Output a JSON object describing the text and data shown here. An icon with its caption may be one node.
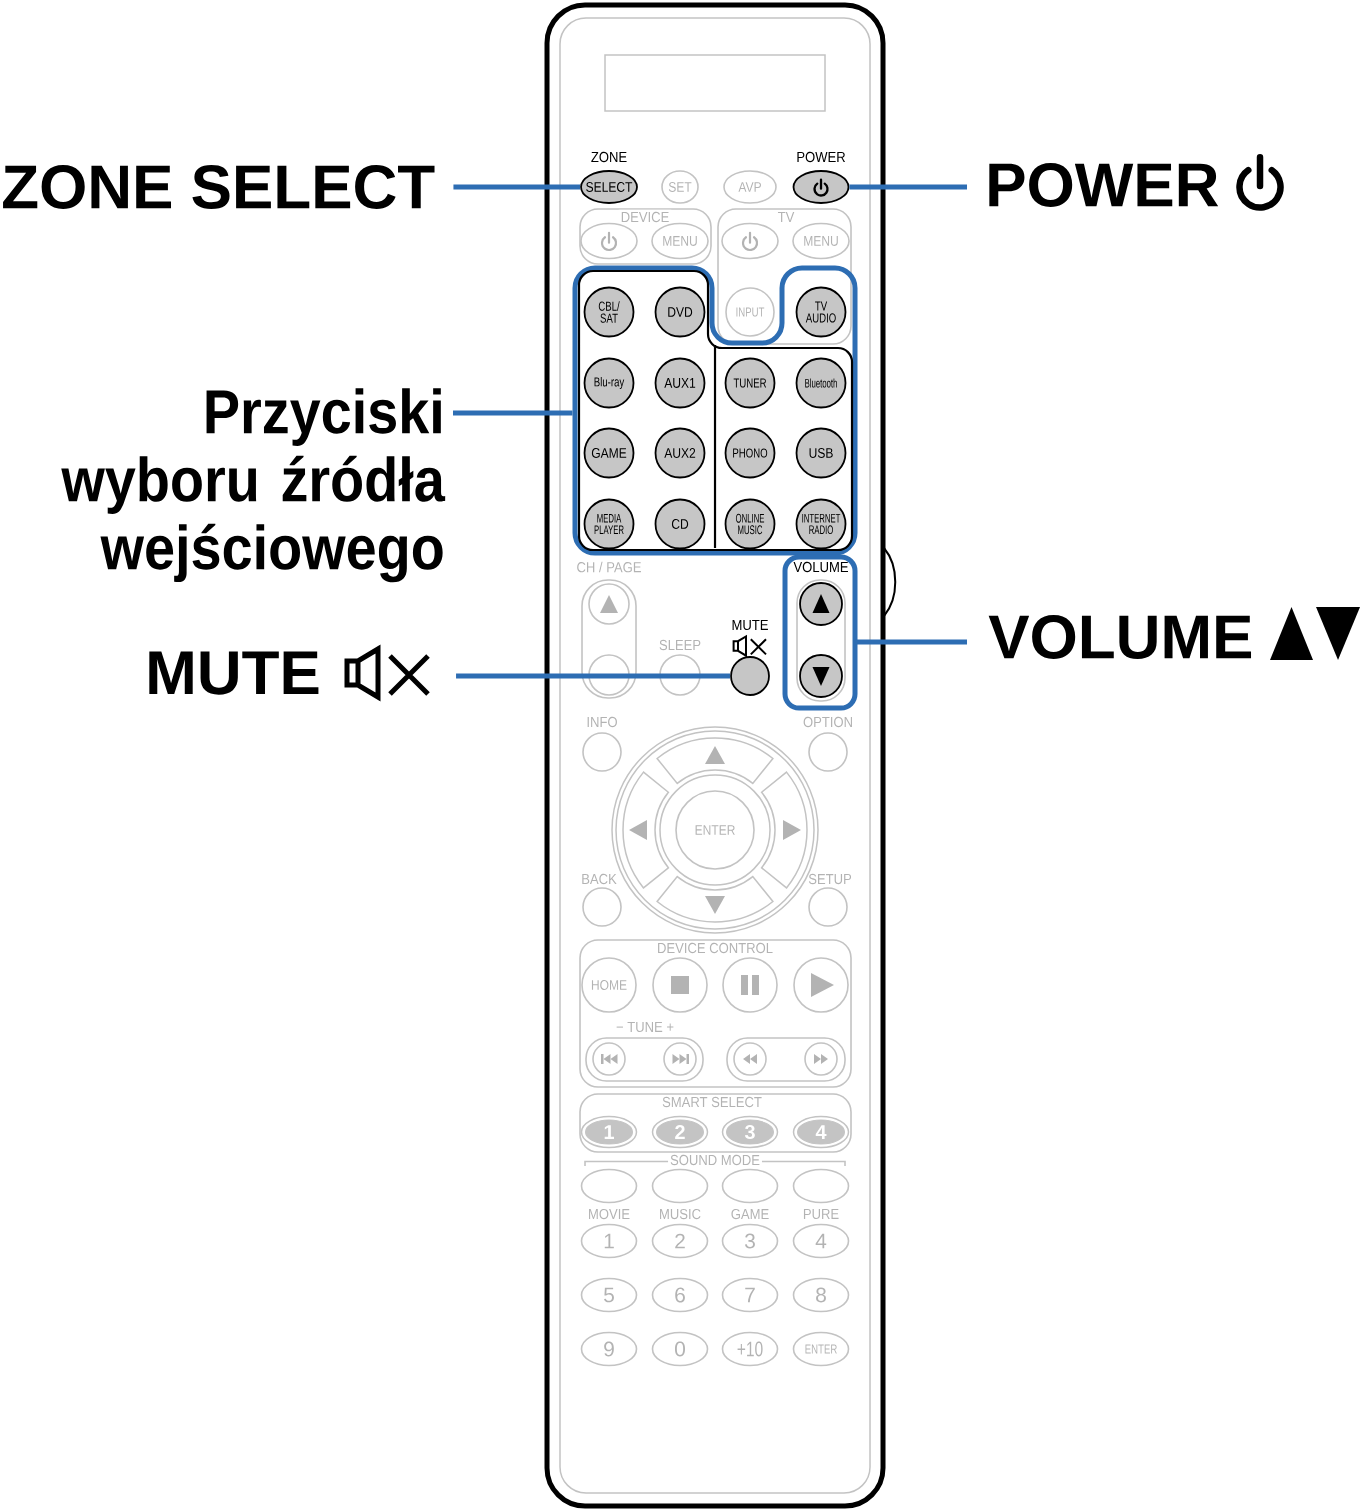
{
  "diagram": {
    "nodes": [
      {
        "text": [],
        "shape": "box"
      },
      {
        "text": [
          "SELECT"
        ],
        "beside": [
          "ZONE"
        ],
        "in": 0
      },
      {
        "text": [
          "SET"
        ],
        "in": 0
      },
      {
        "text": [
          "AVP"
        ],
        "in": 0
      },
      {
        "text": [],
        "shape": "ellipse",
        "beside": [
          "POWER"
        ],
        "in": 0
      },
      {
        "text": [
          "DEVICE"
        ],
        "in": 0
      },
      {
        "text": [],
        "shape": "ellipse",
        "in": 5
      },
      {
        "text": [
          "MENU"
        ],
        "in": 5
      },
      {
        "text": [
          "TV"
        ],
        "in": 0
      },
      {
        "text": [],
        "shape": "ellipse",
        "in": 8
      },
      {
        "text": [
          "MENU"
        ],
        "in": 8
      },
      {
        "text": [
          "INPUT"
        ],
        "in": 8
      },
      {
        "text": [
          "TV AUDIO"
        ]
      },
      {
        "text": [],
        "shape": "box",
        "in": 0
      },
      {
        "text": [],
        "shape": "box",
        "in": 13
      },
      {
        "text": [
          "CBL/ SAT"
        ],
        "in": 14
      },
      {
        "text": [
          "DVD"
        ],
        "in": 14
      },
      {
        "text": [
          "Blu-ray"
        ],
        "in": 14
      },
      {
        "text": [
          "AUX1"
        ],
        "in": 14
      },
      {
        "text": [
          "TUNER"
        ],
        "in": 14
      },
      {
        "text": [
          "Bluetooth"
        ],
        "in": 14
      },
      {
        "text": [
          "GAME"
        ],
        "in": 14
      },
      {
        "text": [
          "AUX2"
        ],
        "in": 14
      },
      {
        "text": [
          "PHONO"
        ],
        "in": 14
      },
      {
        "text": [
          "USB"
        ],
        "in": 14
      },
      {
        "text": [
          "MEDIA PLAYER"
        ],
        "in": 14
      },
      {
        "text": [
          "CD"
        ],
        "in": 14
      },
      {
        "text": [
          "ONLINE MUSIC"
        ],
        "in": 14
      },
      {
        "text": [
          "INTERNET RADIO"
        ],
        "in": 14
      },
      {
        "text": [],
        "shape": "box",
        "beside": [
          "CH / PAGE"
        ],
        "in": 0
      },
      {
        "text": [],
        "shape": "circle",
        "in": 29
      },
      {
        "text": [],
        "shape": "circle",
        "in": 29
      },
      {
        "text": [],
        "shape": "box",
        "in": 0
      },
      {
        "text": [],
        "shape": "box",
        "beside": [
          "VOLUME"
        ],
        "in": 32
      },
      {
        "text": [],
        "shape": "circle",
        "in": 33
      },
      {
        "text": [],
        "shape": "circle",
        "in": 33
      },
      {
        "text": [],
        "shape": "circle",
        "beside": [
          "SLEEP"
        ],
        "in": 0
      },
      {
        "text": [],
        "shape": "circle",
        "beside": [
          "MUTE"
        ],
        "in": 0
      },
      {
        "text": [],
        "shape": "circle",
        "beside": [
          "INFO"
        ],
        "in": 0
      },
      {
        "text": [],
        "shape": "circle",
        "beside": [
          "OPTION"
        ],
        "in": 0
      },
      {
        "text": [],
        "shape": "circle",
        "in": 0
      },
      {
        "text": [
          "ENTER"
        ],
        "in": 40
      },
      {
        "text": [],
        "shape": "circle",
        "beside": [
          "BACK"
        ],
        "in": 0
      },
      {
        "text": [],
        "shape": "circle",
        "beside": [
          "SETUP"
        ],
        "in": 0
      },
      {
        "text": [
          "DEVICE CONTROL"
        ],
        "in": 0
      },
      {
        "text": [
          "HOME"
        ],
        "in": 44
      },
      {
        "text": [],
        "shape": "circle",
        "in": 44
      },
      {
        "text": [],
        "shape": "circle",
        "in": 44
      },
      {
        "text": [],
        "shape": "circle",
        "in": 44
      },
      {
        "text": [],
        "shape": "box",
        "beside": [
          "− TUNE +"
        ],
        "in": 44
      },
      {
        "text": [],
        "shape": "circle",
        "in": 49
      },
      {
        "text": [],
        "shape": "circle",
        "in": 49
      },
      {
        "text": [],
        "shape": "box",
        "in": 44
      },
      {
        "text": [],
        "shape": "circle",
        "in": 52
      },
      {
        "text": [],
        "shape": "circle",
        "in": 52
      },
      {
        "text": [
          "SMART SELECT"
        ],
        "in": 0
      },
      {
        "text": [
          "1"
        ],
        "in": 55
      },
      {
        "text": [
          "2"
        ],
        "in": 55
      },
      {
        "text": [
          "3"
        ],
        "in": 55
      },
      {
        "text": [
          "4"
        ],
        "in": 55
      },
      {
        "text": [],
        "shape": "ellipse",
        "beside": [
          "MOVIE"
        ],
        "in": 0
      },
      {
        "text": [],
        "shape": "ellipse",
        "beside": [
          "MUSIC"
        ],
        "in": 0
      },
      {
        "text": [],
        "shape": "ellipse",
        "beside": [
          "GAME"
        ],
        "in": 0
      },
      {
        "text": [],
        "shape": "ellipse",
        "beside": [
          "PURE"
        ],
        "in": 0
      },
      {
        "text": [
          "1"
        ],
        "in": 0
      },
      {
        "text": [
          "2"
        ],
        "in": 0
      },
      {
        "text": [
          "3"
        ],
        "in": 0
      },
      {
        "text": [
          "4"
        ],
        "in": 0
      },
      {
        "text": [
          "5"
        ],
        "in": 0
      },
      {
        "text": [
          "6"
        ],
        "in": 0
      },
      {
        "text": [
          "7"
        ],
        "in": 0
      },
      {
        "text": [
          "8"
        ],
        "in": 0
      },
      {
        "text": [
          "9"
        ],
        "in": 0
      },
      {
        "text": [
          "0"
        ],
        "in": 0
      },
      {
        "text": [
          "+10"
        ],
        "in": 0
      },
      {
        "text": [
          "ENTER"
        ],
        "in": 0
      },
      {
        "text": [
          "ZONE SELECT"
        ]
      },
      {
        "text": [
          "POWER"
        ]
      },
      {
        "text": [
          "Przyciski wyboru źródła wejściowego"
        ]
      },
      {
        "text": [
          "MUTE"
        ]
      },
      {
        "text": [
          "VOLUME"
        ]
      },
      {
        "text": [],
        "shape": "segment",
        "in": 40
      },
      {
        "text": [],
        "shape": "segment",
        "in": 40
      },
      {
        "text": [],
        "shape": "segment",
        "in": 40
      },
      {
        "text": [],
        "shape": "segment",
        "in": 40
      }
    ],
    "edges": [
      {
        "from": 76,
        "to": 1,
        "arrow": "none"
      },
      {
        "from": 77,
        "to": 4,
        "arrow": "none"
      },
      {
        "from": 78,
        "to": 13,
        "arrow": "none"
      },
      {
        "from": 79,
        "to": 37,
        "arrow": "none"
      },
      {
        "from": 80,
        "to": 32,
        "arrow": "none"
      }
    ],
    "labels": [
      "SOUND MODE"
    ]
  }
}
